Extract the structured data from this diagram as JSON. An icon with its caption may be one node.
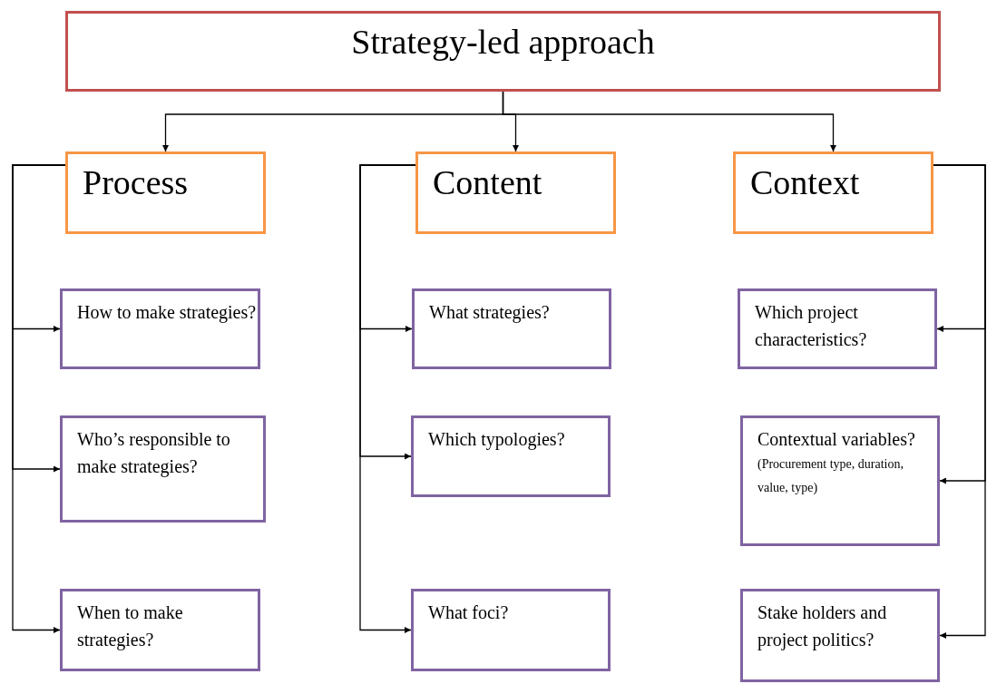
{
  "diagram": {
    "nodes": [
      {
        "text": [
          "Strategy-led approach"
        ]
      },
      {
        "text": [
          "Process"
        ]
      },
      {
        "text": [
          "Content"
        ]
      },
      {
        "text": [
          "Context"
        ]
      },
      {
        "text": [
          "How to make strategies?"
        ]
      },
      {
        "text": [
          "Who’s responsible to make strategies?"
        ]
      },
      {
        "text": [
          "When to make strategies?"
        ]
      },
      {
        "text": [
          "What strategies?"
        ]
      },
      {
        "text": [
          "Which typologies?"
        ]
      },
      {
        "text": [
          "What foci?"
        ]
      },
      {
        "text": [
          "Which project characteristics?"
        ]
      },
      {
        "text": [
          "Contextual variables?",
          "(Procurement type, duration, value, type)"
        ]
      },
      {
        "text": [
          "Stake holders and project politics?"
        ]
      }
    ],
    "edges": [
      {
        "from": 0,
        "to": 1,
        "arrow": "to"
      },
      {
        "from": 0,
        "to": 2,
        "arrow": "to"
      },
      {
        "from": 0,
        "to": 3,
        "arrow": "to"
      },
      {
        "from": 1,
        "to": 4,
        "arrow": "to"
      },
      {
        "from": 1,
        "to": 5,
        "arrow": "to"
      },
      {
        "from": 1,
        "to": 6,
        "arrow": "to"
      },
      {
        "from": 2,
        "to": 7,
        "arrow": "to"
      },
      {
        "from": 2,
        "to": 8,
        "arrow": "to"
      },
      {
        "from": 2,
        "to": 9,
        "arrow": "to"
      },
      {
        "from": 3,
        "to": 10,
        "arrow": "to"
      },
      {
        "from": 3,
        "to": 11,
        "arrow": "to"
      },
      {
        "from": 3,
        "to": 12,
        "arrow": "to"
      }
    ]
  }
}
